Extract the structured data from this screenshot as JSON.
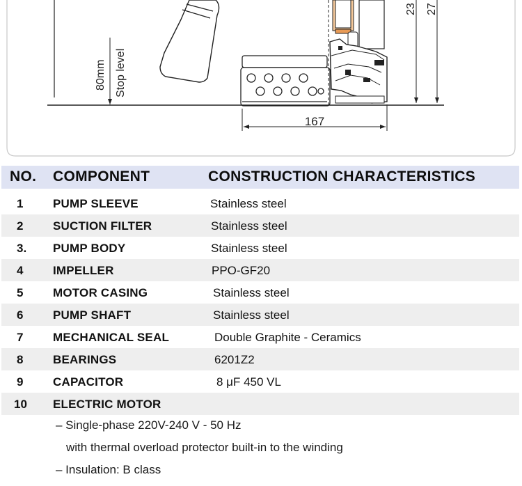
{
  "drawing": {
    "stop_level_label": "Stop level",
    "stop_height_label": "80mm",
    "width_label": "167",
    "height_label_1": "23",
    "height_label_2": "27"
  },
  "table": {
    "headers": {
      "no": "NO.",
      "component": "COMPONENT",
      "characteristics": "CONSTRUCTION CHARACTERISTICS"
    },
    "rows": [
      {
        "no": "1",
        "component": "PUMP SLEEVE",
        "characteristics": "Stainless steel"
      },
      {
        "no": "2",
        "component": "SUCTION FILTER",
        "characteristics": "Stainless steel"
      },
      {
        "no": "3.",
        "component": "PUMP BODY",
        "characteristics": "Stainless steel"
      },
      {
        "no": "4",
        "component": "IMPELLER",
        "characteristics": "PPO-GF20"
      },
      {
        "no": "5",
        "component": "MOTOR CASING",
        "characteristics": "Stainless steel"
      },
      {
        "no": "6",
        "component": "PUMP SHAFT",
        "characteristics": "Stainless steel"
      },
      {
        "no": "7",
        "component": "MECHANICAL SEAL",
        "characteristics": "Double Graphite - Ceramics"
      },
      {
        "no": "8",
        "component": "BEARINGS",
        "characteristics": "6201Z2"
      },
      {
        "no": "9",
        "component": "CAPACITOR",
        "characteristics": "8 μF 450 VL"
      },
      {
        "no": "10",
        "component": "ELECTRIC MOTOR",
        "characteristics": ""
      }
    ],
    "motor_notes": [
      "– Single-phase 220V-240 V - 50 Hz",
      "with thermal overload protector built-in to the winding",
      "– Insulation: B class"
    ]
  }
}
